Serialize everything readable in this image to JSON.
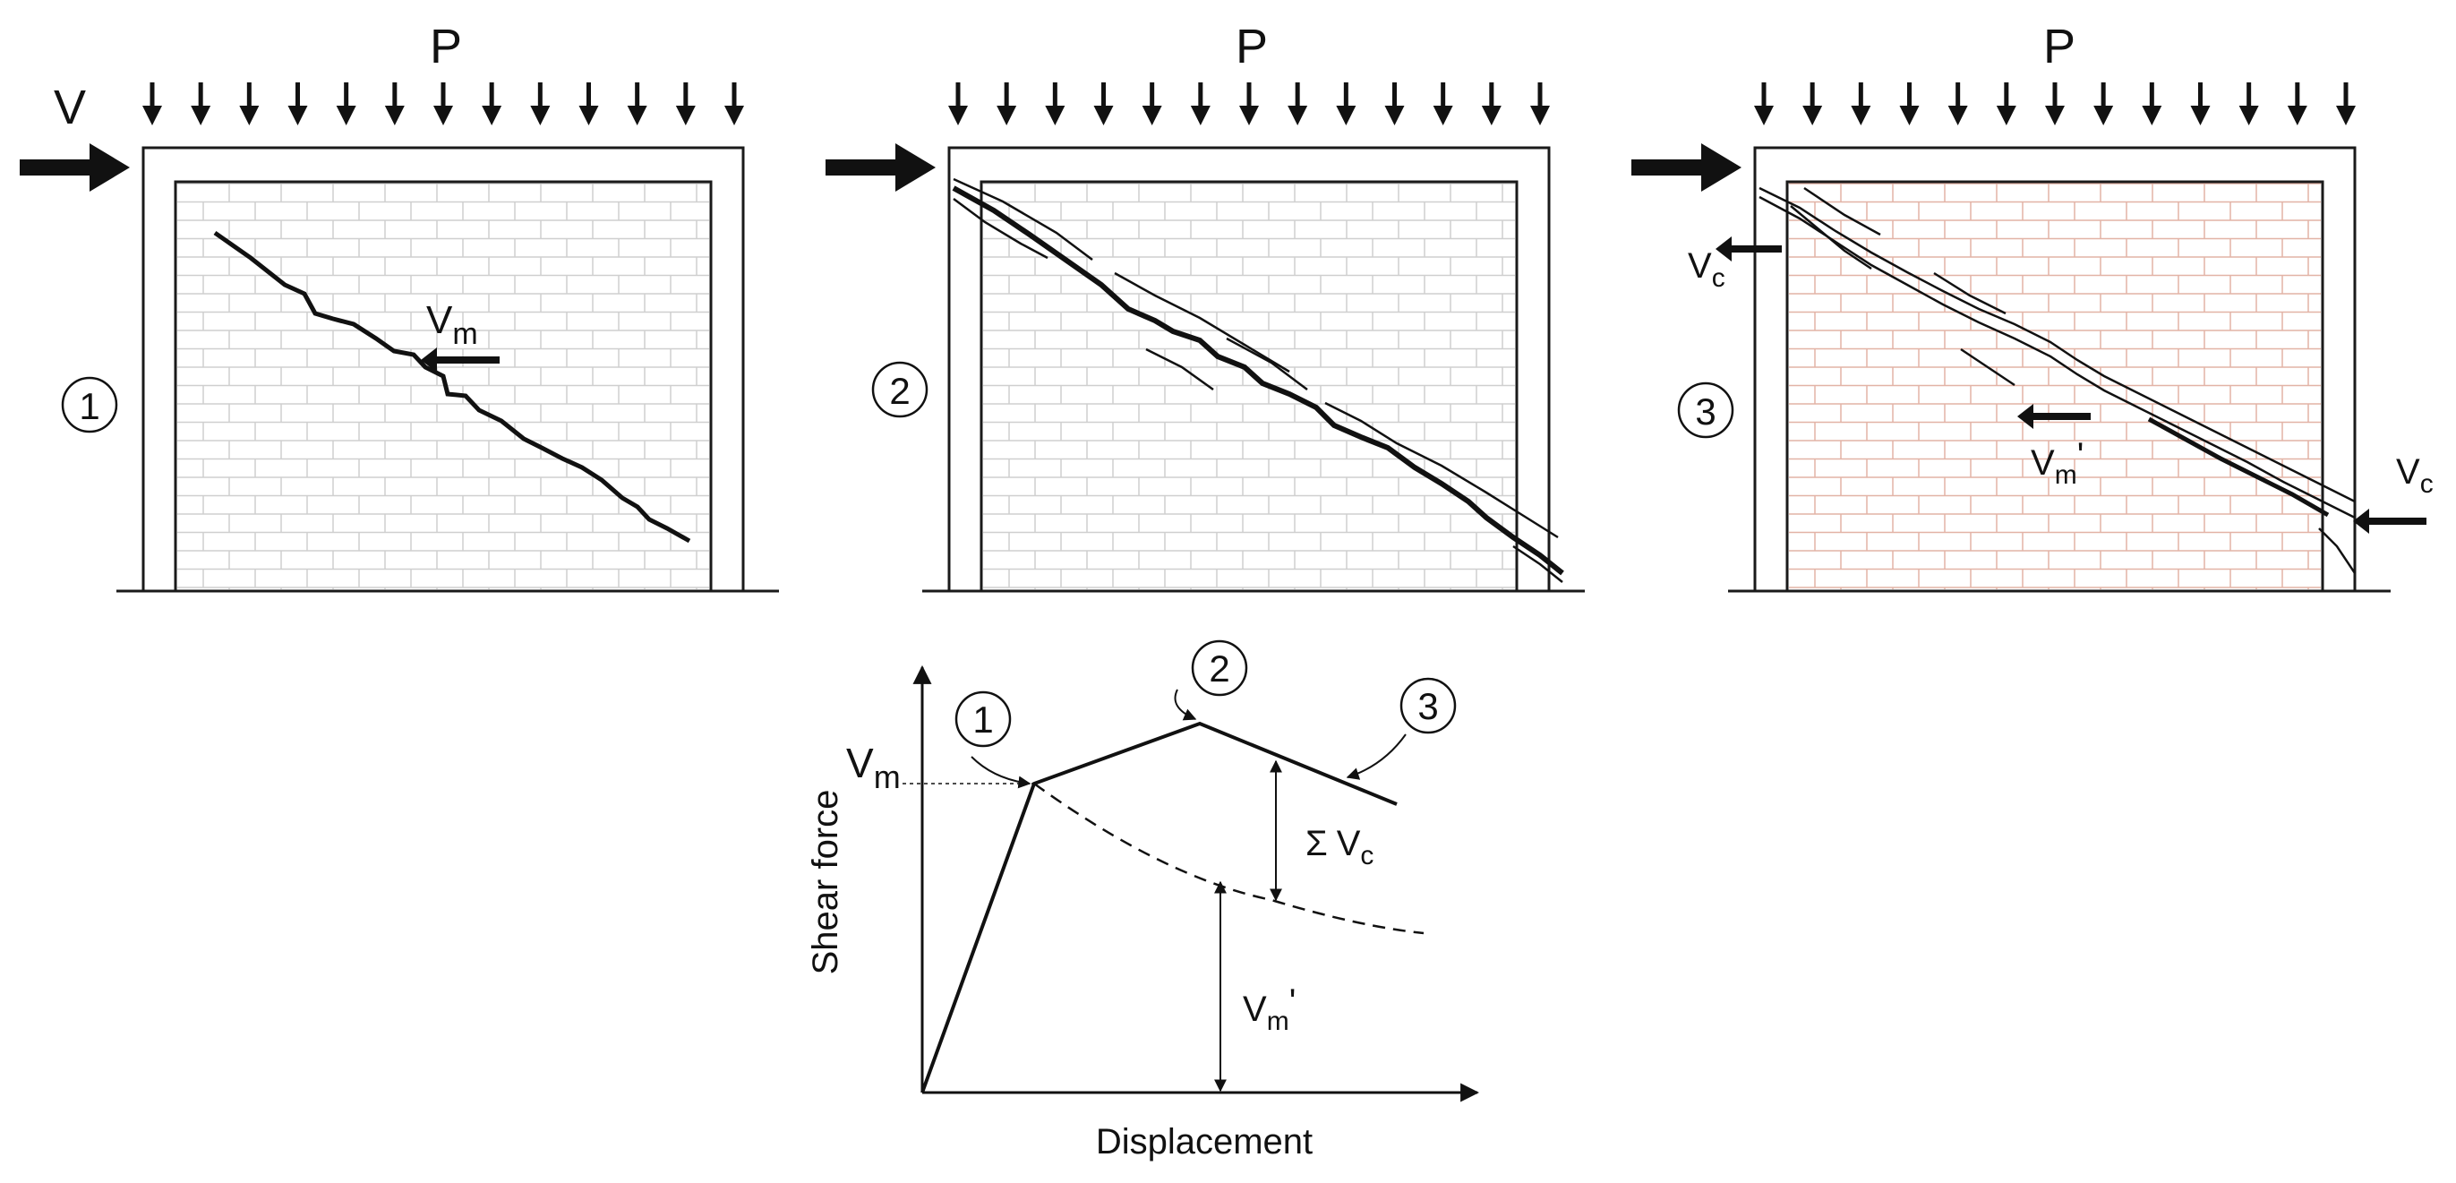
{
  "panels": [
    {
      "load_label": "P",
      "lateral_label": "V",
      "stage_number": "1",
      "force_labels": [
        {
          "main": "V",
          "sub": "m",
          "prime": ""
        }
      ],
      "brick_color": "#cfcfcf"
    },
    {
      "load_label": "P",
      "lateral_label": "",
      "stage_number": "2",
      "force_labels": [],
      "brick_color": "#cfcfcf"
    },
    {
      "load_label": "P",
      "lateral_label": "",
      "stage_number": "3",
      "force_labels": [
        {
          "main": "V",
          "sub": "c",
          "prime": ""
        },
        {
          "main": "V",
          "sub": "m",
          "prime": "'"
        },
        {
          "main": "V",
          "sub": "c",
          "prime": ""
        }
      ],
      "brick_color": "#e2b3a6"
    }
  ],
  "graph": {
    "y_axis_label": "Shear force",
    "x_axis_label": "Displacement",
    "vm_label": {
      "main": "V",
      "sub": "m"
    },
    "sum_vc_label": {
      "sigma": "Σ",
      "main": "V",
      "sub": "c"
    },
    "vm_prime_label": {
      "main": "V",
      "sub": "m",
      "prime": "'"
    },
    "markers": [
      "1",
      "2",
      "3"
    ]
  },
  "colors": {
    "line": "#111111",
    "frame": "#1a1a1a"
  }
}
